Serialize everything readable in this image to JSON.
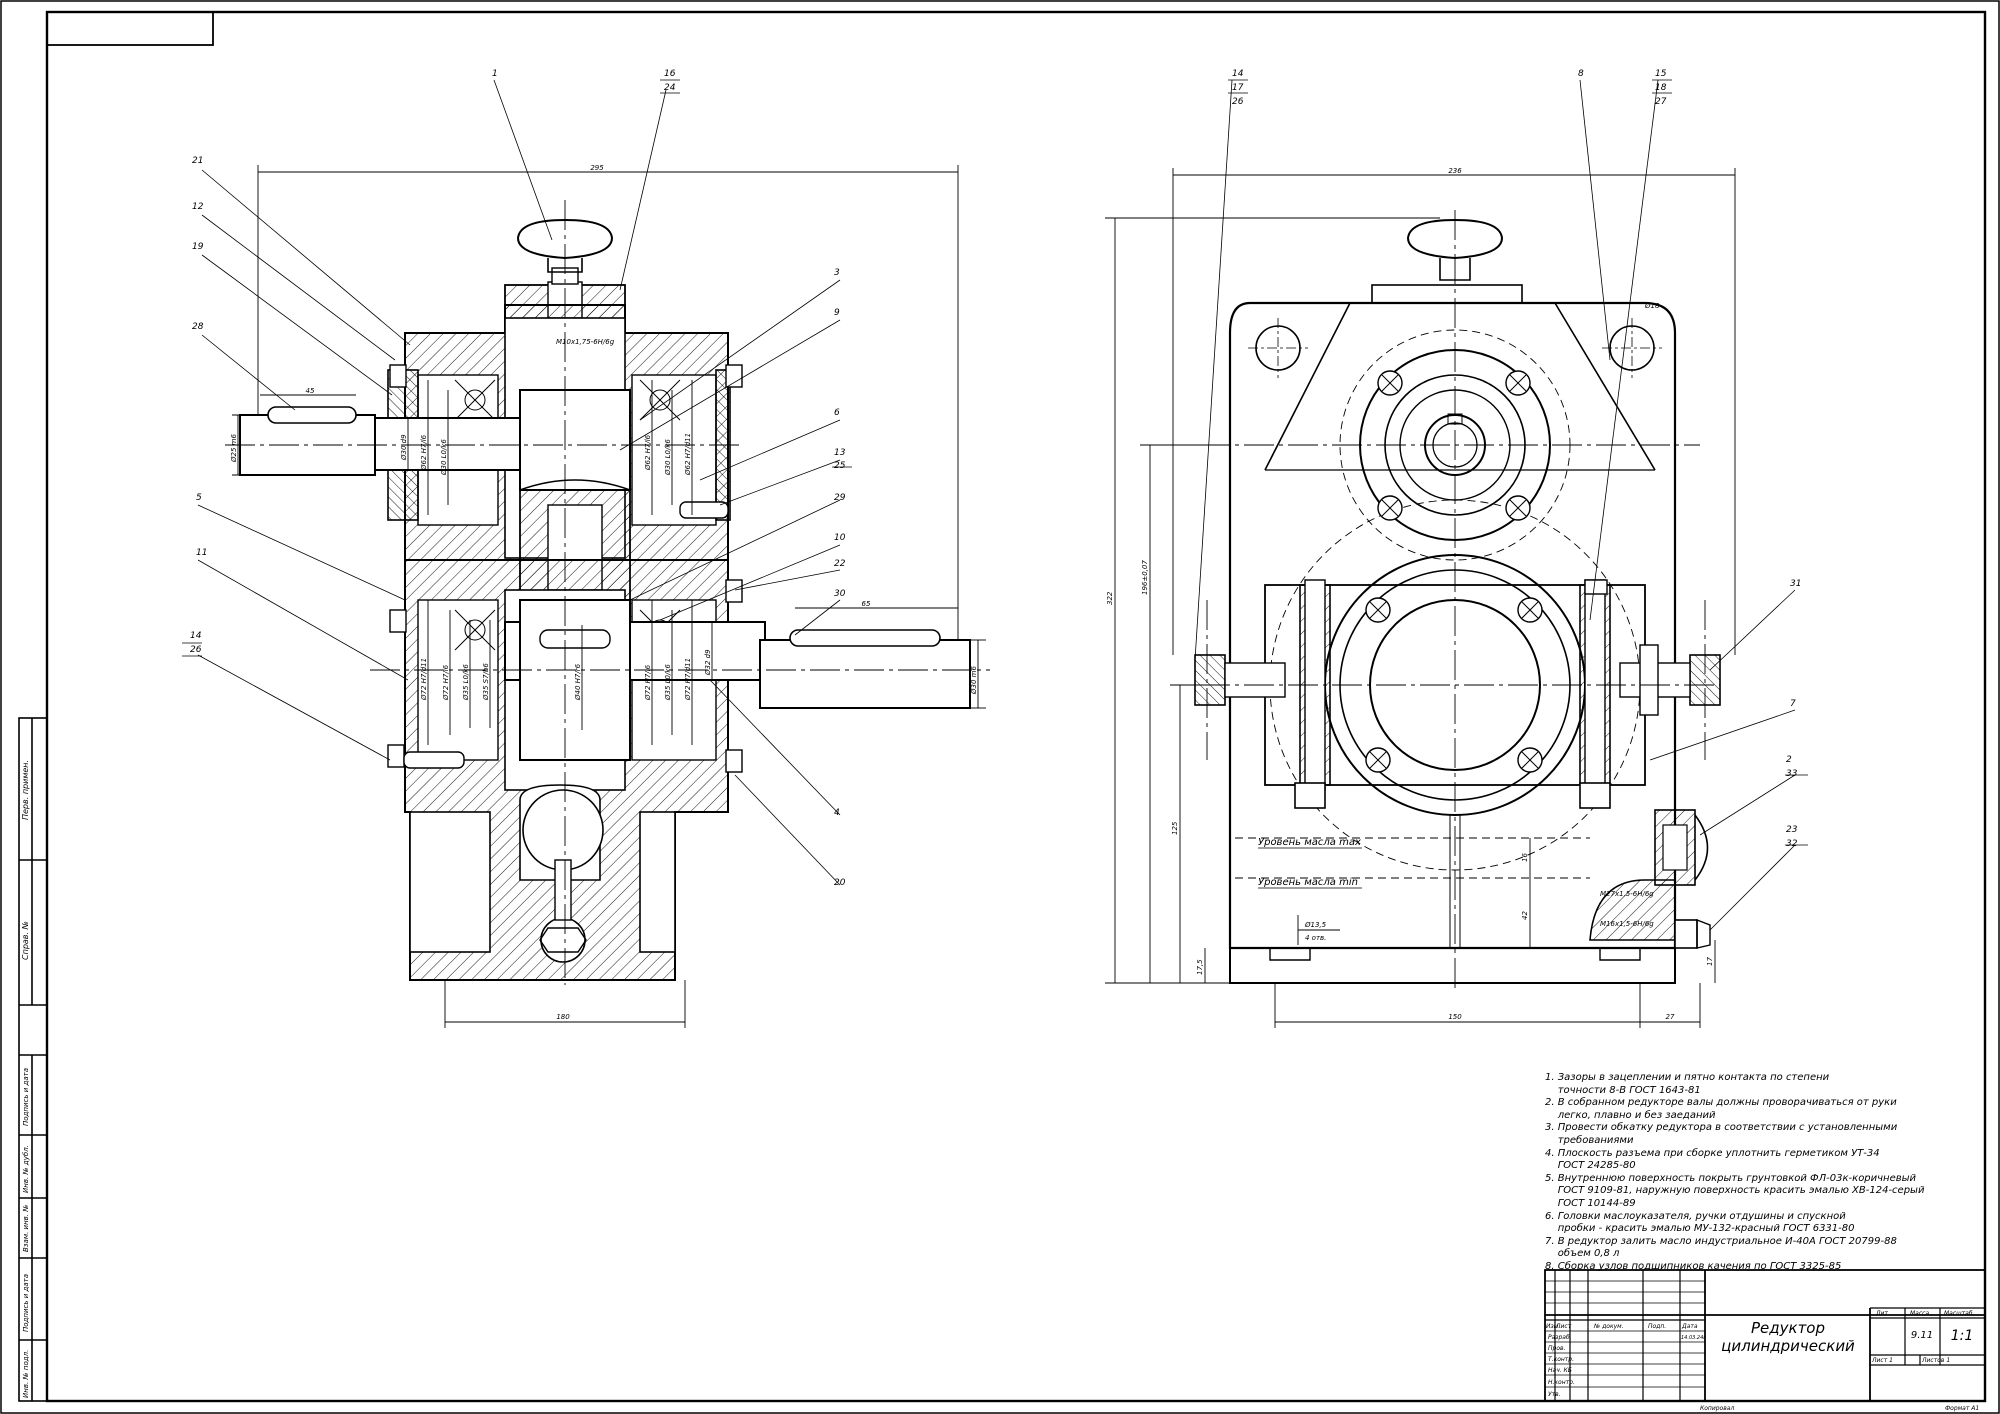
{
  "title_block": {
    "name_line1": "Редуктор",
    "name_line2": "цилиндрический",
    "col_lit": "Лит.",
    "col_mass": "Масса",
    "col_scale": "Масштаб",
    "mass": "9.11",
    "scale": "1:1",
    "sheet": "Лист 1",
    "sheets": "Листов 1",
    "hdr_izm": "Изм.",
    "hdr_list": "Лист",
    "hdr_doc": "№ докум.",
    "hdr_sign": "Подп.",
    "hdr_date": "Дата",
    "date_value": "14.03.24г",
    "row_razrab": "Разраб.",
    "row_prov": "Пров.",
    "row_tkontr": "Т.контр.",
    "row_nach": "Нач. КБ",
    "row_nkontr": "Н.контр.",
    "row_utv": "Утв.",
    "copied": "Копировал",
    "format": "Формат А1"
  },
  "side_stamp": {
    "perv_primen": "Перв. примен.",
    "sprav": "Справ. №",
    "podp_data1": "Подпись и дата",
    "inv_dubl": "Инв. № дубл.",
    "vzam_inv": "Взам. инв. №",
    "podp_data2": "Подпись и дата",
    "inv_podl": "Инв. № подл."
  },
  "notes": [
    "1. Зазоры в зацеплении и пятно контакта по степени\n    точности 8-В ГОСТ 1643-81",
    "2. В собранном редукторе валы должны проворачиваться от руки\n    легко, плавно и без заеданий",
    "3. Провести обкатку редуктора в соответствии с установленными\n    требованиями",
    "4. Плоскость разъема при сборке уплотнить герметиком УТ-34\n    ГОСТ 24285-80",
    "5. Внутреннюю поверхность покрыть грунтовкой ФЛ-03к-коричневый\n    ГОСТ 9109-81, наружную поверхность красить эмалью ХВ-124-серый\n    ГОСТ 10144-89",
    "6. Головки маслоуказателя, ручки отдушины и спускной\n    пробки - красить эмалью МУ-132-красный ГОСТ 6331-80",
    "7. В редуктор залить масло индустриальное И-40А ГОСТ 20799-88\n    объем 0,8 л",
    "8. Сборка узлов подшипников качения по ГОСТ 3325-85"
  ],
  "labels": {
    "oil_max": "Уровень масла max",
    "oil_min": "Уровень масла min",
    "holes": "4 отв.",
    "d_hole": "Ø13,5",
    "d_hole2": "Ø18",
    "thread_top": "M10x1,75-6H/6g",
    "thread_a": "M27x1,5-6H/6g",
    "thread_b": "M16x1,5-6H/6g"
  },
  "dims": {
    "left_total": "295",
    "left_shaft": "45",
    "left_out": "65",
    "left_base": "180",
    "right_total": "236",
    "right_base": "150",
    "right_27": "27",
    "h_total": "322",
    "h_axis": "196±0,07",
    "h_lower": "125",
    "h_16": "16",
    "h_42": "42",
    "h_17": "17",
    "h_foot": "17,5",
    "d_in": "Ø25 m6",
    "d_out": "Ø30 m6",
    "fits": [
      "Ø30 d9",
      "Ø62 H7/l6",
      "Ø30 L0/k6",
      "Ø62 H7/l6",
      "Ø30 L0/k6",
      "Ø62 H7/d11",
      "Ø72 H7/d11",
      "Ø72 H7/l6",
      "Ø35 L0/k6",
      "Ø35 S7/h6",
      "Ø40 H7/r6",
      "Ø72 H7/l6",
      "Ø35 L0/k6",
      "Ø72 H7/d11",
      "Ø32 d9"
    ]
  },
  "positions_left": [
    "1",
    "16",
    "24",
    "21",
    "12",
    "19",
    "28",
    "3",
    "9",
    "6",
    "13",
    "25",
    "29",
    "10",
    "22",
    "30",
    "5",
    "11",
    "14",
    "26",
    "4",
    "20"
  ],
  "positions_right": [
    "14",
    "17",
    "26",
    "8",
    "15",
    "18",
    "27",
    "31",
    "7",
    "2",
    "33",
    "23",
    "32"
  ]
}
